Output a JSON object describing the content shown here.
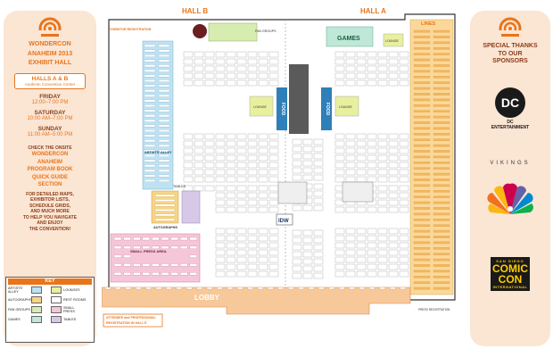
{
  "left": {
    "title_lines": [
      "WONDERCON",
      "ANAHEIM 2013",
      "EXHIBIT HALL"
    ],
    "halls_title": "HALLS A & B",
    "halls_sub": "Anaheim Convention Center",
    "schedule": [
      {
        "day": "FRIDAY",
        "time": "12:00–7:00 PM"
      },
      {
        "day": "SATURDAY",
        "time": "10:00 AM–7:00 PM"
      },
      {
        "day": "SUNDAY",
        "time": "11:00 AM–5:00 PM"
      }
    ],
    "check_lines": [
      "CHECK THE ONSITE"
    ],
    "guide_lines": [
      "WONDERCON",
      "ANAHEIM",
      "PROGRAM BOOK",
      "QUICK GUIDE",
      "SECTION"
    ],
    "detail_lines": [
      "FOR DETAILED MAPS,",
      "EXHIBITOR LISTS,",
      "SCHEDULE GRIDS,",
      "AND MUCH MORE",
      "TO HELP YOU NAVIGATE",
      "AND ENJOY",
      "THE CONVENTION!"
    ]
  },
  "key": {
    "title": "KEY",
    "items": [
      {
        "label": "ARTISTS' ALLEY",
        "color": "#bfe2f2"
      },
      {
        "label": "LOUNGES",
        "color": "#e8f0a0"
      },
      {
        "label": "AUTOGRAPHS",
        "color": "#f7d488"
      },
      {
        "label": "REST ROOMS",
        "color": "#ffffff"
      },
      {
        "label": "FAN GROUPS",
        "color": "#d7ecb0"
      },
      {
        "label": "SMALL PRESS",
        "color": "#f5c6d8"
      },
      {
        "label": "GAMES",
        "color": "#bfe8d8"
      },
      {
        "label": "TABLES",
        "color": "#d8c8e8"
      }
    ]
  },
  "right": {
    "title_lines": [
      "SPECIAL THANKS",
      "TO OUR",
      "SPONSORS"
    ],
    "dc_mark": "DC",
    "dc_lines": [
      "DC",
      "ENTERTAINMENT"
    ],
    "vikings": "VIKINGS",
    "sdcc_top": "SAN DIEGO",
    "sdcc_mid": "COMIC CON",
    "sdcc_bot": "INTERNATIONAL"
  },
  "map": {
    "hall_b": "HALL B",
    "hall_a": "HALL A",
    "lines": "LINES",
    "games": "GAMES",
    "lobby": "LOBBY",
    "exhibitor_registration": "EXHIBITOR REGISTRATION",
    "fan_groups": "FAN GROUPS",
    "artists_alley": "ARTISTS' ALLEY",
    "autographs": "AUTOGRAPHS",
    "small_press": "SMALL PRESS AREA",
    "tables": "TABLES",
    "lounge": "LOUNGE",
    "food": "FOOD",
    "idw": "IDW",
    "attendee_reg": [
      "ATTENDEE and PROFESSIONAL",
      "REGISTRATION IN HALL E"
    ],
    "press_reg": "PRESS REGISTRATION",
    "colors": {
      "artists_alley": "#bfe2f2",
      "lines": "#fbd89a",
      "lobby": "#f7c89a",
      "lounge": "#e8f0a0",
      "games": "#bfe8d8",
      "autographs": "#f7d488",
      "small_press": "#f5c6d8",
      "tables": "#d8c8e8",
      "food": "#2f7fb8",
      "orange": "#e8751a"
    }
  }
}
